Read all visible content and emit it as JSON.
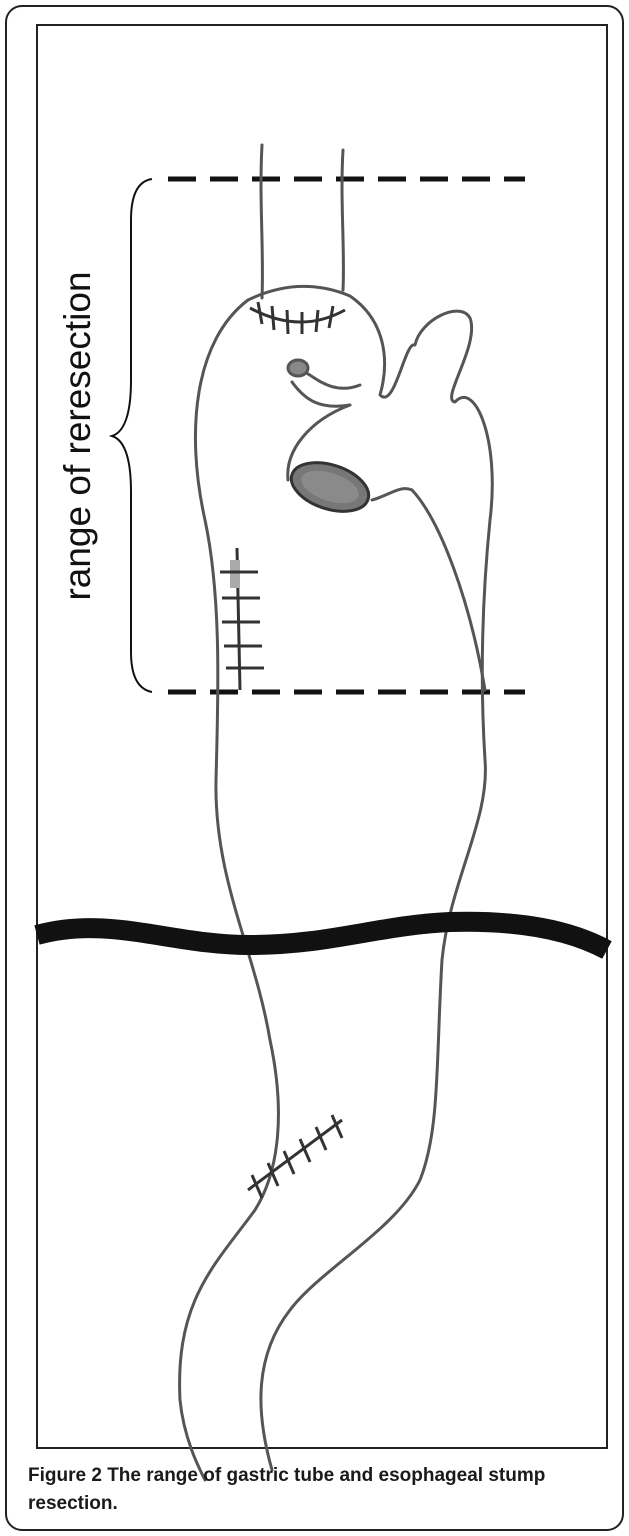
{
  "figure": {
    "rotated_label": "range of reresection"
  },
  "caption": {
    "label": "Figure 2",
    "text": "The range of gastric tube and esophageal stump resection."
  },
  "colors": {
    "frame": "#222222",
    "drawing": "#555555",
    "thick_line": "#111111",
    "accent_fill": "#777777"
  }
}
